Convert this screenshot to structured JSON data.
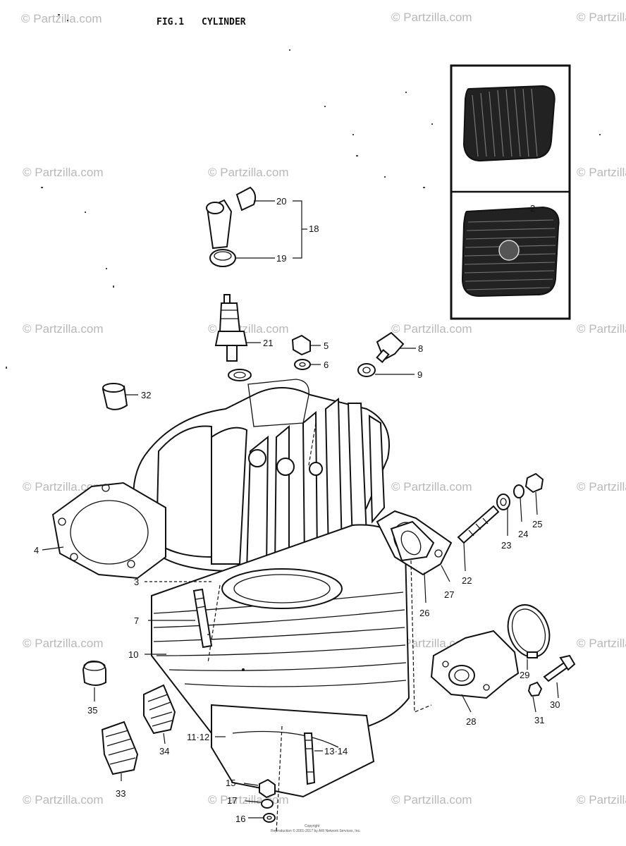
{
  "figure": {
    "fig_label": "FIG.1",
    "title": "CYLINDER"
  },
  "watermark": "© Partzilla.com",
  "footer": {
    "line1": "Copyright",
    "line2": "Reproduction © 2001-2017 by ARI Network Services, Inc."
  },
  "callouts": {
    "c2": "2",
    "c3": "3",
    "c4": "4",
    "c5": "5",
    "c6": "6",
    "c7": "7",
    "c8": "8",
    "c9": "9",
    "c10": "10",
    "c11_12": "11·12",
    "c13_14": "13·14",
    "c15": "15",
    "c16": "16",
    "c17": "17",
    "c18": "18",
    "c19": "19",
    "c20": "20",
    "c21": "21",
    "c22": "22",
    "c23": "23",
    "c24": "24",
    "c25": "25",
    "c26": "26",
    "c27": "27",
    "c28": "28",
    "c29": "29",
    "c30": "30",
    "c31": "31",
    "c32": "32",
    "c33": "33",
    "c34": "34",
    "c35": "35"
  }
}
